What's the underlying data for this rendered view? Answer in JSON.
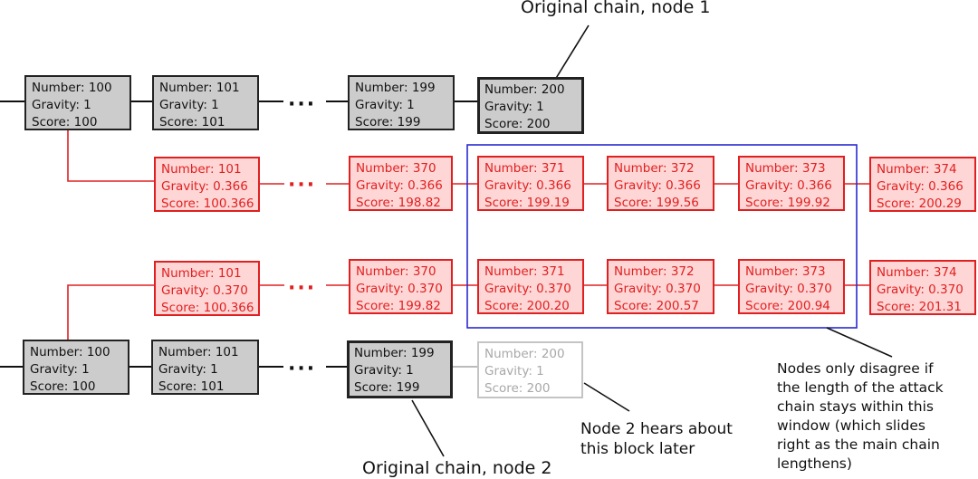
{
  "labels": {
    "node1": "Original chain, node 1",
    "node2": "Original chain, node 2",
    "late_block": [
      "Node 2 hears about",
      "this block later"
    ],
    "window_note": [
      "Nodes only disagree if",
      "the length of the attack",
      "chain stays within this",
      "window (which slides",
      "right as the main chain",
      "lengthens)"
    ]
  },
  "ellipsis": "···",
  "rows": {
    "top_main": [
      {
        "number": "Number: 100",
        "gravity": "Gravity: 1",
        "score": "Score: 100"
      },
      {
        "number": "Number: 101",
        "gravity": "Gravity: 1",
        "score": "Score: 101"
      },
      {
        "number": "Number: 199",
        "gravity": "Gravity: 1",
        "score": "Score: 199"
      },
      {
        "number": "Number: 200",
        "gravity": "Gravity: 1",
        "score": "Score: 200"
      }
    ],
    "attack_a": [
      {
        "number": "Number: 101",
        "gravity": "Gravity: 0.366",
        "score": "Score: 100.366"
      },
      {
        "number": "Number: 370",
        "gravity": "Gravity: 0.366",
        "score": "Score: 198.82"
      },
      {
        "number": "Number: 371",
        "gravity": "Gravity: 0.366",
        "score": "Score: 199.19"
      },
      {
        "number": "Number: 372",
        "gravity": "Gravity: 0.366",
        "score": "Score: 199.56"
      },
      {
        "number": "Number: 373",
        "gravity": "Gravity: 0.366",
        "score": "Score: 199.92"
      },
      {
        "number": "Number: 374",
        "gravity": "Gravity: 0.366",
        "score": "Score: 200.29"
      }
    ],
    "attack_b": [
      {
        "number": "Number: 101",
        "gravity": "Gravity: 0.370",
        "score": "Score: 100.366"
      },
      {
        "number": "Number: 370",
        "gravity": "Gravity: 0.370",
        "score": "Score: 199.82"
      },
      {
        "number": "Number: 371",
        "gravity": "Gravity: 0.370",
        "score": "Score: 200.20"
      },
      {
        "number": "Number: 372",
        "gravity": "Gravity: 0.370",
        "score": "Score: 200.57"
      },
      {
        "number": "Number: 373",
        "gravity": "Gravity: 0.370",
        "score": "Score: 200.94"
      },
      {
        "number": "Number: 374",
        "gravity": "Gravity: 0.370",
        "score": "Score: 201.31"
      }
    ],
    "bottom_main": [
      {
        "number": "Number: 100",
        "gravity": "Gravity: 1",
        "score": "Score: 100"
      },
      {
        "number": "Number: 101",
        "gravity": "Gravity: 1",
        "score": "Score: 101"
      },
      {
        "number": "Number: 199",
        "gravity": "Gravity: 1",
        "score": "Score: 199"
      },
      {
        "number": "Number: 200",
        "gravity": "Gravity: 1",
        "score": "Score: 200"
      }
    ]
  },
  "colors": {
    "main_fill": "#cccccc",
    "attack": "#e02020",
    "attack_fill": "#ffd6d6",
    "window": "#2a2ad0",
    "late": "#a8a8a8"
  }
}
